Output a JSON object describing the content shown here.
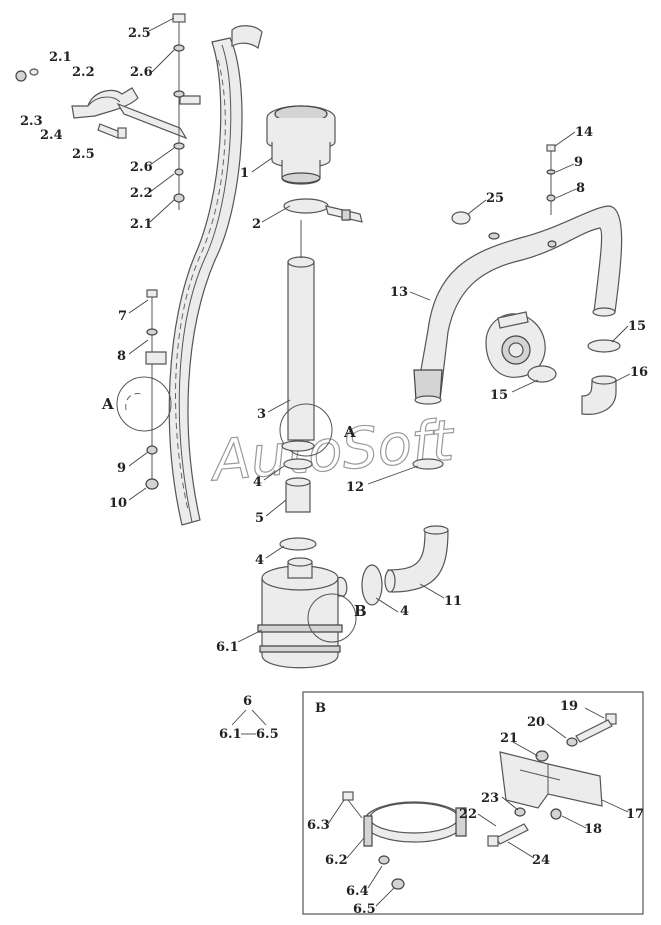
{
  "watermark": "AutoSoft",
  "callouts": {
    "c2_5a": "2.5",
    "c2_1a": "2.1",
    "c2_2a": "2.2",
    "c2_6a": "2.6",
    "c2_3": "2.3",
    "c2_4": "2.4",
    "c2_5b": "2.5",
    "c2_6b": "2.6",
    "c2_2b": "2.2",
    "c2_1b": "2.1",
    "c1": "1",
    "c2": "2",
    "c3": "3",
    "c4a": "4",
    "c5": "5",
    "c4b": "4",
    "c4c": "4",
    "c6_1a": "6.1",
    "c7": "7",
    "c8a": "8",
    "c9a": "9",
    "c10": "10",
    "cAleft": "A",
    "cAcenter": "A",
    "c12": "12",
    "c11": "11",
    "cB": "B",
    "c13": "13",
    "c25": "25",
    "c14": "14",
    "c9b": "9",
    "c8b": "8",
    "c15a": "15",
    "c15b": "15",
    "c16": "16",
    "c6": "6",
    "c6_1b": "6.1",
    "c6_5a": "6.5"
  },
  "inset": {
    "title": "B",
    "callouts": {
      "c19": "19",
      "c20": "20",
      "c21": "21",
      "c23": "23",
      "c22": "22",
      "c17": "17",
      "c18": "18",
      "c24": "24",
      "c6_3": "6.3",
      "c6_2": "6.2",
      "c6_4": "6.4",
      "c6_5": "6.5"
    }
  }
}
